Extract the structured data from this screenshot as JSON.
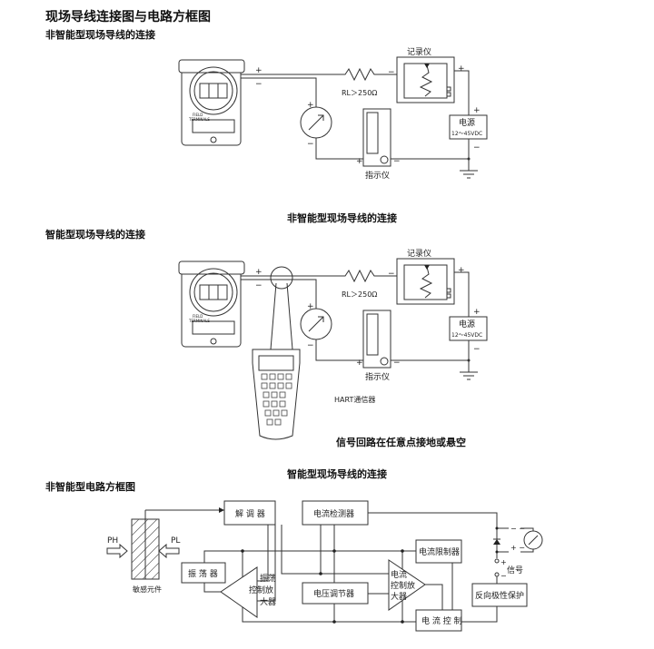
{
  "title": "现场导线连接图与电路方框图",
  "section1": {
    "heading": "非智能型现场导线的连接",
    "caption": "非智能型现场导线的连接"
  },
  "section2": {
    "heading": "智能型现场导线的连接",
    "caption": "智能型现场导线的连接",
    "hart_label": "HART通信器",
    "note": "信号回路在任意点接地或悬空"
  },
  "section3": {
    "heading": "非智能型电路方框图"
  },
  "wiring": {
    "recorder": "记录仪",
    "resistor": "RL＞250Ω",
    "power": "电源",
    "voltage": "12～45VDC",
    "indicator": "指示仪",
    "field_terminals_1": "FIELD",
    "field_terminals_2": "TERMINALS",
    "plus": "+",
    "minus": "−"
  },
  "block": {
    "demodulator": "解 调 器",
    "current_detector": "电流检测器",
    "current_limiter": "电流限制器",
    "oscillator": "振 荡 器",
    "osc_amp": [
      "振荡",
      "控制放",
      "大器"
    ],
    "voltage_regulator": "电压调节器",
    "cur_amp": [
      "电流",
      "控制放",
      "大器"
    ],
    "current_control": "电 流 控 制",
    "reverse_protection": "反向极性保护",
    "sensor": "敏感元件",
    "ph": "PH",
    "pl": "PL",
    "signal": "信号"
  }
}
